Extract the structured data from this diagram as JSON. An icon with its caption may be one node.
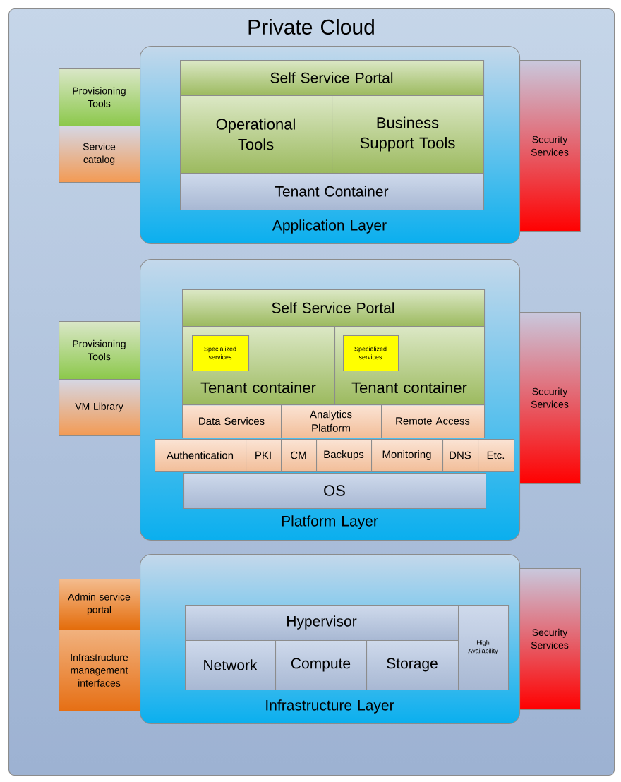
{
  "diagram": {
    "nodes": [
      {
        "text": [
          "Private Cloud"
        ]
      },
      {
        "text": [
          "Application Layer"
        ],
        "in": 0
      },
      {
        "text": [
          "Self Service Portal"
        ],
        "in": 1
      },
      {
        "text": [
          "Operational Tools"
        ],
        "in": 1
      },
      {
        "text": [
          "Business Support Tools"
        ],
        "in": 1
      },
      {
        "text": [
          "Tenant Container"
        ],
        "in": 1
      },
      {
        "text": [
          "Provisioning Tools"
        ],
        "in": 0
      },
      {
        "text": [
          "Service catalog"
        ],
        "in": 0
      },
      {
        "text": [
          "Security Services"
        ],
        "in": 0
      },
      {
        "text": [
          "Platform Layer"
        ],
        "in": 0
      },
      {
        "text": [
          "Self Service Portal"
        ],
        "in": 9
      },
      {
        "text": [
          "Tenant container"
        ],
        "in": 9
      },
      {
        "text": [
          "Specialized services"
        ],
        "in": 11
      },
      {
        "text": [
          "Tenant container"
        ],
        "in": 9
      },
      {
        "text": [
          "Specialized services"
        ],
        "in": 13
      },
      {
        "text": [
          "Data Services"
        ],
        "in": 9
      },
      {
        "text": [
          "Analytics Platform"
        ],
        "in": 9
      },
      {
        "text": [
          "Remote Access"
        ],
        "in": 9
      },
      {
        "text": [
          "Authentication"
        ],
        "in": 9
      },
      {
        "text": [
          "PKI"
        ],
        "in": 9
      },
      {
        "text": [
          "CM"
        ],
        "in": 9
      },
      {
        "text": [
          "Backups"
        ],
        "in": 9
      },
      {
        "text": [
          "Monitoring"
        ],
        "in": 9
      },
      {
        "text": [
          "DNS"
        ],
        "in": 9
      },
      {
        "text": [
          "Etc."
        ],
        "in": 9
      },
      {
        "text": [
          "OS"
        ],
        "in": 9
      },
      {
        "text": [
          "Provisioning Tools"
        ],
        "in": 0
      },
      {
        "text": [
          "VM Library"
        ],
        "in": 0
      },
      {
        "text": [
          "Security Services"
        ],
        "in": 0
      },
      {
        "text": [
          "Infrastructure Layer"
        ],
        "in": 0
      },
      {
        "text": [
          "Hypervisor"
        ],
        "in": 29
      },
      {
        "text": [
          "Network"
        ],
        "in": 29
      },
      {
        "text": [
          "Compute"
        ],
        "in": 29
      },
      {
        "text": [
          "Storage"
        ],
        "in": 29
      },
      {
        "text": [
          "High Availability"
        ],
        "in": 29
      },
      {
        "text": [
          "Admin service portal"
        ],
        "in": 0
      },
      {
        "text": [
          "Infrastructure management interfaces"
        ],
        "in": 0
      },
      {
        "text": [
          "Security Services"
        ],
        "in": 0
      }
    ]
  }
}
